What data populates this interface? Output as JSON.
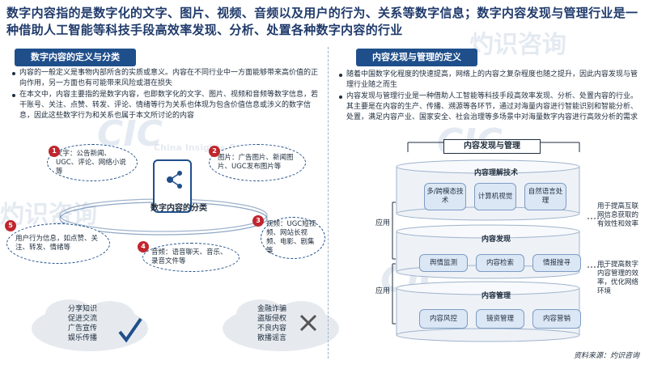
{
  "title": "数字内容指的是数字化的文字、图片、视频、音频以及用户的行为、关系等数字信息；数字内容发现与管理行业是一种借助人工智能等科技手段高效率发现、分析、处置各种数字内容的行业",
  "left": {
    "header": "数字内容的定义与分类",
    "bullets": [
      "内容的一般定义是事物内部所含的实质或意义。内容在不同行业中一方面能够带来高价值的正向作用，另一方面也有可能带来风险或潜在损失",
      "在本文中，内容主要指的是数字内容，也即数字化的文字、图片、视频和音频等数字信息，若干账号、关注、点赞、转发、评论、情绪等行为关系也体现为包含价值信息或涉义的数字信息，因此这些数字行为和关系也属于本文所讨论的内容"
    ],
    "center_label": "数字内容的分类",
    "categories": [
      {
        "num": "1",
        "text": "文字：公告新闻、UGC、评论、网络小说等"
      },
      {
        "num": "2",
        "text": "图片：广告图片、新闻图片、UGC发布图片等"
      },
      {
        "num": "3",
        "text": "视频：UGC短视频、网站长视频、电影、剧集等"
      },
      {
        "num": "4",
        "text": "音频：语音聊天、音乐、录音文件等"
      },
      {
        "num": "5",
        "text": "用户行为信息，如点赞、关注、转发、情绪等"
      }
    ],
    "positive": [
      "分享知识",
      "促进交流",
      "广告宣传",
      "娱乐传播"
    ],
    "negative": [
      "金融诈骗",
      "盗版侵权",
      "不良内容",
      "散播谣言"
    ]
  },
  "right": {
    "header": "内容发现与管理的定义",
    "bullets": [
      "随着中国数字化程度的快速提高，网络上的内容之复杂程度也随之提升，因此内容发现与管理行业随之而生",
      "内容发现与管理行业是一种借助人工智能等科技手段高效率发现、分析、处置内容的行业。其主要是在内容的生产、传播、溯源等各环节，通过对海量内容进行智能识别和智能分析、处置，满足内容产业、国家安全、社会治理等多场景中对海量数字内容进行高效分析的需求"
    ],
    "diagram_title": "内容发现与管理",
    "layers": [
      {
        "title": "内容理解技术",
        "cells": [
          "多/跨模态技术",
          "计算机视觉",
          "自然语言处理"
        ]
      },
      {
        "title": "内容发现",
        "cells": [
          "舆情监测",
          "内容检索",
          "情报搜寻"
        ]
      },
      {
        "title": "内容管理",
        "cells": [
          "内容风控",
          "镜资管理",
          "内容营销"
        ]
      }
    ],
    "app_label_1": "应用",
    "app_label_2": "应用",
    "note_1": "用于提高互联网信息获取的有效性和效率",
    "note_2": "用于提高数字内容管理的效率，优化网络环境"
  },
  "source": "资料来源：灼识咨询",
  "watermark_cn": "灼识咨询",
  "watermark_en": "China Insights Consultancy",
  "watermark_logo": "CIC",
  "colors": {
    "navy": "#1f4f8b",
    "red": "#c0262e",
    "cell": "#dbe7f5"
  }
}
